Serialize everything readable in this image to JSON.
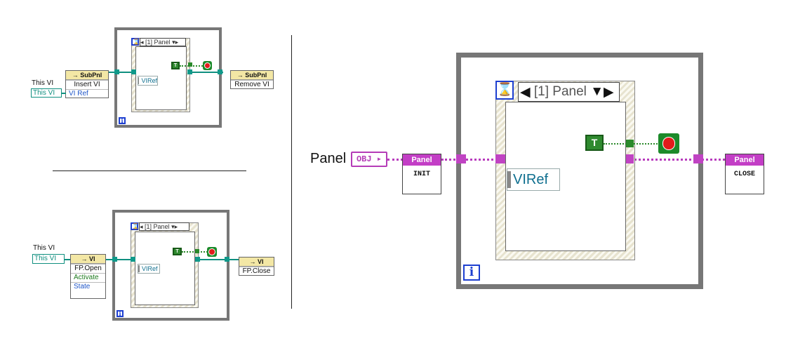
{
  "top_left": {
    "this_vi_label": "This VI",
    "this_vi_const": "This VI",
    "subvi_head": "SubPnl",
    "subvi_row1": "Insert VI",
    "subvi_row2": "VI Ref",
    "selector_text": "[1] Panel",
    "vireff_text": "VIRef",
    "true_const": "T",
    "iter_label": "i",
    "subvi2_head": "SubPnl",
    "subvi2_row1": "Remove VI"
  },
  "bottom_left": {
    "this_vi_label": "This VI",
    "this_vi_const": "This VI",
    "subvi_head": "VI",
    "subvi_row1": "FP.Open",
    "subvi_row2": "Activate",
    "subvi_row3": "State",
    "selector_text": "[1] Panel",
    "vireff_text": "VIRef",
    "true_const": "T",
    "iter_label": "i",
    "subvi2_head": "VI",
    "subvi2_row1": "FP.Close"
  },
  "big": {
    "panel_label": "Panel",
    "obj_const": "OBJ",
    "init_head": "Panel",
    "init_body": "INIT",
    "selector_text": "[1] Panel",
    "vireff_text": "VIRef",
    "true_const": "T",
    "iter_label": "i",
    "close_head": "Panel",
    "close_body": "CLOSE"
  }
}
